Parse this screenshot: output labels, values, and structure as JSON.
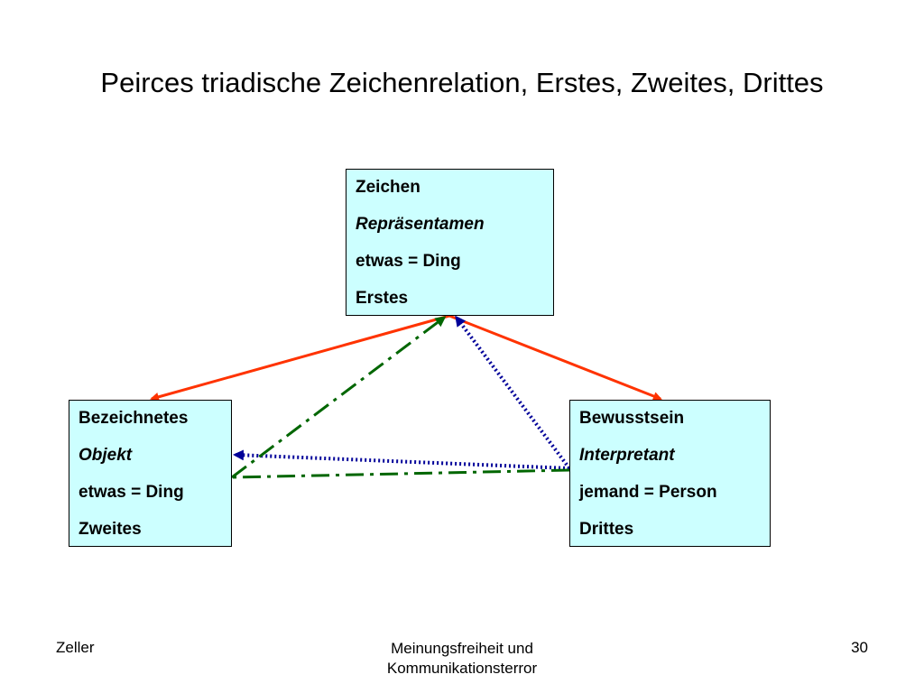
{
  "slide": {
    "title": "Peirces triadische Zeichenrelation, Erstes, Zweites, Drittes"
  },
  "nodes": {
    "zeichen": [
      "Zeichen",
      "Repräsentamen",
      "etwas = Ding",
      "Erstes"
    ],
    "objekt": [
      "Bezeichnetes",
      "Objekt",
      "etwas = Ding",
      "Zweites"
    ],
    "interpretant": [
      "Bewusstsein",
      "Interpretant",
      "jemand = Person",
      "Drittes"
    ]
  },
  "colors": {
    "node_fill": "#ccffff",
    "solid_arrow": "#ff3300",
    "dotted_arrow": "#000099",
    "dashdot_arrow": "#006600"
  },
  "footer": {
    "left": "Zeller",
    "center_line1": "Meinungsfreiheit und",
    "center_line2": "Kommunikationsterror",
    "page_number": "30"
  }
}
